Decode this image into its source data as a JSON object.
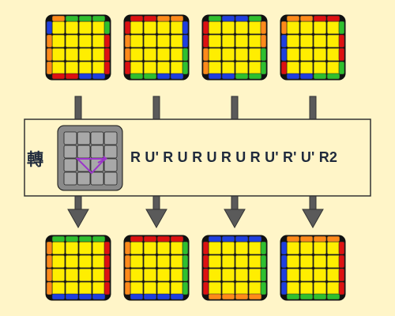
{
  "colors": {
    "background": "#fff5c8",
    "yellow": "#ffee00",
    "red": "#dd1111",
    "green": "#2fbf2f",
    "blue": "#1f3fdf",
    "orange": "#ff8a1a",
    "gray": "#a8a8a8",
    "sticker_border": "#222222",
    "arrow": "#5a5a5a",
    "trace": "#9b34c9"
  },
  "step": {
    "prefix": "轉",
    "algorithm": "R U' R U R U R U R U' R' U' R2"
  },
  "before_cubes": [
    {
      "top": [
        "O",
        "G",
        "G",
        "G"
      ],
      "right": [
        "G",
        "R",
        "R",
        "R"
      ],
      "bottom": [
        "R",
        "R",
        "B",
        "B"
      ],
      "left": [
        "B",
        "O",
        "O",
        "O"
      ]
    },
    {
      "top": [
        "R",
        "R",
        "O",
        "O"
      ],
      "right": [
        "B",
        "B",
        "G",
        "G"
      ],
      "bottom": [
        "G",
        "G",
        "B",
        "B"
      ],
      "left": [
        "R",
        "O",
        "O",
        "R"
      ]
    },
    {
      "top": [
        "G",
        "B",
        "B",
        "G"
      ],
      "right": [
        "O",
        "O",
        "G",
        "G"
      ],
      "bottom": [
        "B",
        "B",
        "G",
        "G"
      ],
      "left": [
        "R",
        "R",
        "O",
        "O"
      ]
    },
    {
      "top": [
        "O",
        "O",
        "R",
        "R"
      ],
      "right": [
        "G",
        "R",
        "R",
        "G"
      ],
      "bottom": [
        "B",
        "B",
        "G",
        "G"
      ],
      "left": [
        "O",
        "B",
        "B",
        "R"
      ]
    }
  ],
  "after_cubes": [
    {
      "top": [
        "G",
        "G",
        "G",
        "G"
      ],
      "right": [
        "R",
        "R",
        "R",
        "R"
      ],
      "bottom": [
        "B",
        "B",
        "B",
        "B"
      ],
      "left": [
        "O",
        "O",
        "O",
        "O"
      ]
    },
    {
      "top": [
        "R",
        "R",
        "R",
        "R"
      ],
      "right": [
        "G",
        "G",
        "G",
        "G"
      ],
      "bottom": [
        "B",
        "B",
        "B",
        "B"
      ],
      "left": [
        "O",
        "O",
        "O",
        "O"
      ]
    },
    {
      "top": [
        "B",
        "B",
        "B",
        "B"
      ],
      "right": [
        "G",
        "G",
        "G",
        "G"
      ],
      "bottom": [
        "O",
        "O",
        "O",
        "O"
      ],
      "left": [
        "R",
        "R",
        "R",
        "R"
      ]
    },
    {
      "top": [
        "O",
        "O",
        "O",
        "O"
      ],
      "right": [
        "R",
        "R",
        "R",
        "R"
      ],
      "bottom": [
        "G",
        "G",
        "G",
        "G"
      ],
      "left": [
        "B",
        "B",
        "B",
        "B"
      ]
    }
  ]
}
